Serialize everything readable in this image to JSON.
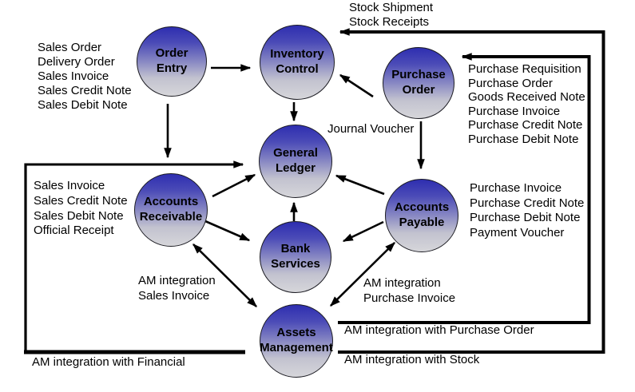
{
  "diagram": {
    "title_hint": "ERP module integration flow",
    "nodes": {
      "order_entry": "Order\nEntry",
      "inventory_control": "Inventory\nControl",
      "purchase_order": "Purchase\nOrder",
      "general_ledger": "General\nLedger",
      "accounts_receivable": "Accounts\nReceivable",
      "accounts_payable": "Accounts\nPayable",
      "bank_services": "Bank\nServices",
      "assets_management": "Assets\nManagement"
    },
    "labels": {
      "sales_docs": [
        "Sales Order",
        "Delivery Order",
        "Sales Invoice",
        "Sales Credit Note",
        "Sales Debit Note"
      ],
      "stock_flows": [
        "Stock Shipment",
        "Stock Receipts"
      ],
      "purchase_docs": [
        "Purchase Requisition",
        "Purchase Order",
        "Goods Received Note",
        "Purchase Invoice",
        "Purchase Credit Note",
        "Purchase Debit Note"
      ],
      "journal_voucher": "Journal Voucher",
      "receivable_docs": [
        "Sales Invoice",
        "Sales Credit Note",
        "Sales Debit Note",
        "Official Receipt"
      ],
      "payable_docs": [
        "Purchase Invoice",
        "Purchase Credit Note",
        "Purchase Debit Note",
        "Payment Voucher"
      ],
      "am_sales": [
        "AM integration",
        "Sales Invoice"
      ],
      "am_purchase": [
        "AM integration",
        "Purchase Invoice"
      ],
      "am_purchase_order": "AM integration with Purchase Order",
      "am_stock": "AM integration with Stock",
      "am_financial": "AM integration with Financial"
    },
    "colors": {
      "node_top": "#2e2eb0",
      "node_bottom": "#d6d6da",
      "line": "#000000",
      "background": "#ffffff"
    }
  }
}
